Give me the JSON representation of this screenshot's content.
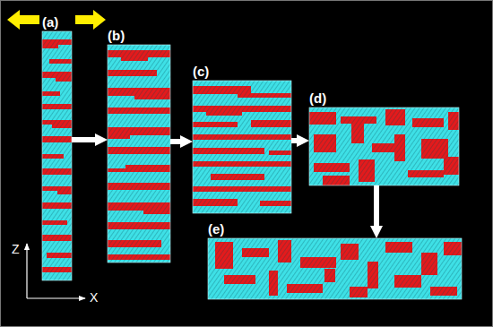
{
  "diagram": {
    "nodes": [
      {
        "text": [
          "(a)"
        ]
      },
      {
        "text": [
          "(b)"
        ]
      },
      {
        "text": [
          "(c)"
        ]
      },
      {
        "text": [
          "(d)"
        ]
      },
      {
        "text": [
          "(e)"
        ]
      }
    ],
    "edges": [
      {
        "from": 0,
        "to": 1,
        "arrow": "to"
      },
      {
        "from": 1,
        "to": 2,
        "arrow": "to"
      },
      {
        "from": 2,
        "to": 3,
        "arrow": "to"
      },
      {
        "from": 3,
        "to": 4,
        "arrow": "to"
      }
    ],
    "labels": [
      "Z",
      "X"
    ]
  }
}
